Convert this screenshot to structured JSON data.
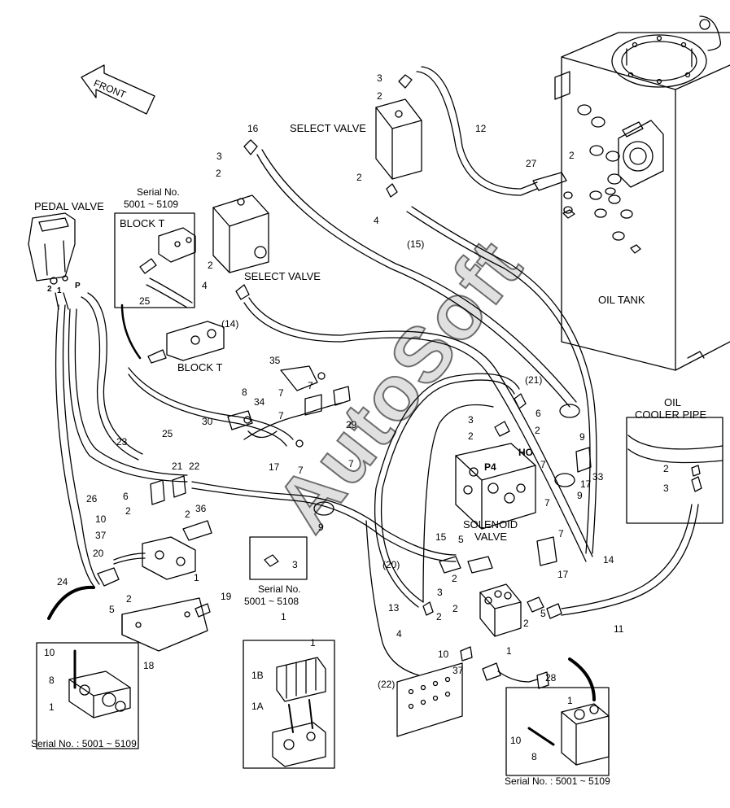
{
  "diagram": {
    "labels": {
      "front": "FRONT",
      "pedal_valve": "PEDAL VALVE",
      "select_valve_upper": "SELECT VALVE",
      "select_valve_lower": "SELECT VALVE",
      "block_t_inset": "BLOCK T",
      "block_t_main": "BLOCK T",
      "oil_tank": "OIL TANK",
      "oil_cooler_pipe_line1": "OIL",
      "oil_cooler_pipe_line2": "COOLER PIPE",
      "solenoid_valve_line1": "SOLENOID",
      "solenoid_valve_line2": "VALVE",
      "port_p4": "P4",
      "port_ho": "HO",
      "pedal_port_2": "2",
      "pedal_port_1": "1",
      "pedal_port_p": "P"
    },
    "serials": {
      "inset_block_t_title": "Serial No.",
      "inset_block_t_range": "5001 ~ 5109",
      "fitting_title": "Serial No.",
      "fitting_range": "5001 ~ 5108",
      "left_inset": "Serial No. : 5001 ~ 5109",
      "right_inset": "Serial No. : 5001 ~ 5109"
    },
    "watermark": "AutoSoft",
    "callouts": {
      "c1": "1",
      "c1b": "1",
      "c1c": "1",
      "c1d": "1",
      "c1e": "1",
      "c1f": "1",
      "c1B": "1B",
      "c1A": "1A",
      "c2a": "2",
      "c2b": "2",
      "c2c": "2",
      "c2d": "2",
      "c2e": "2",
      "c2f": "2",
      "c2g": "2",
      "c2h": "2",
      "c2i": "2",
      "c2j": "2",
      "c2k": "2",
      "c2l": "2",
      "c2m": "2",
      "c2n": "2",
      "c2o": "2",
      "c3a": "3",
      "c3b": "3",
      "c3c": "3",
      "c3d": "3",
      "c3e": "3",
      "c3f": "3",
      "c4a": "4",
      "c4b": "4",
      "c4c": "4",
      "c5a": "5",
      "c5b": "5",
      "c5c": "5",
      "c6a": "6",
      "c6b": "6",
      "c7a": "7",
      "c7b": "7",
      "c7c": "7",
      "c7d": "7",
      "c7e": "7",
      "c7f": "7",
      "c7g": "7",
      "c7h": "7",
      "c8a": "8",
      "c8b": "8",
      "c8c": "8",
      "c9a": "9",
      "c9b": "9",
      "c9c": "9",
      "c10a": "10",
      "c10b": "10",
      "c10c": "10",
      "c10d": "10",
      "c11": "11",
      "c12": "12",
      "c13": "13",
      "c14": "14",
      "c14p": "(14)",
      "c15": "15",
      "c15p": "(15)",
      "c16": "16",
      "c17a": "17",
      "c17b": "17",
      "c17c": "17",
      "c18": "18",
      "c19": "19",
      "c20": "20",
      "c20p": "(20)",
      "c21": "21",
      "c21p": "(21)",
      "c22": "22",
      "c22p": "(22)",
      "c23": "23",
      "c24": "24",
      "c25a": "25",
      "c25b": "25",
      "c26": "26",
      "c27": "27",
      "c28": "28",
      "c29": "29",
      "c30": "30",
      "c33": "33",
      "c34": "34",
      "c35": "35",
      "c36": "36",
      "c37a": "37",
      "c37b": "37"
    }
  }
}
